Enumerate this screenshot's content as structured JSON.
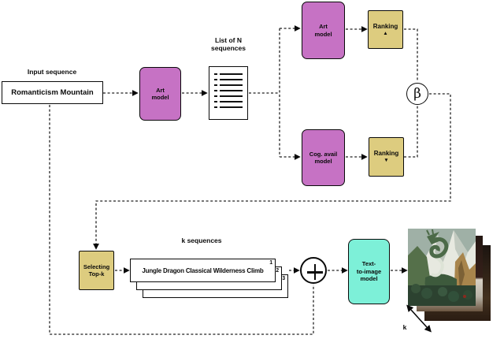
{
  "colors": {
    "purple": "#c672c4",
    "yellow": "#ddcc7f",
    "cyan": "#7df0d8",
    "line": "#1a1a1a"
  },
  "input": {
    "label": "Input sequence",
    "value": "Romanticism Mountain"
  },
  "stage1": {
    "art_model": "Art\nmodel"
  },
  "list": {
    "label": "List of N\nsequences"
  },
  "branch": {
    "art_model": "Art\nmodel",
    "cog_model": "Cog. avail\nmodel",
    "ranking_up": {
      "label": "Ranking",
      "arrow": "▲"
    },
    "ranking_down": {
      "label": "Ranking",
      "arrow": "▼"
    },
    "beta": "β"
  },
  "selection": {
    "select_box": "Selecting\nTop-k",
    "k_sequences_label": "k sequences",
    "sequence_text": "Jungle Dragon Classical Wilderness Climb",
    "stack_numbers": [
      "1",
      "2",
      "3"
    ]
  },
  "generation": {
    "t2i_model": "Text-\nto-image\nmodel",
    "k_label": "k"
  }
}
